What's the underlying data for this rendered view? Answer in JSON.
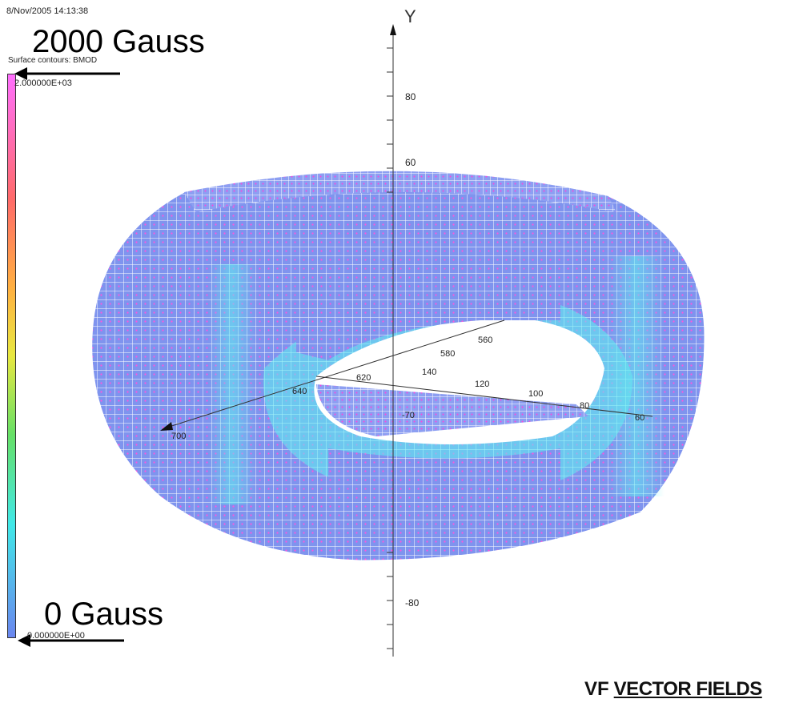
{
  "header": {
    "timestamp": "8/Nov/2005 14:13:38",
    "plot_title": "Surface contours: BMOD"
  },
  "annotations": {
    "max_label": "2000 Gauss",
    "min_label": "0 Gauss"
  },
  "legend": {
    "max_value": "2.000000E+03",
    "min_value": "0.000000E+00",
    "colors": [
      "#ff6fff",
      "#ff6a6a",
      "#ffb040",
      "#e8e840",
      "#66e066",
      "#40e8e8",
      "#6b86ef"
    ]
  },
  "axes": {
    "y_label": "Y",
    "y_ticks": [
      "80",
      "60",
      "-80"
    ],
    "inner_ticks": [
      "560",
      "580",
      "620",
      "640",
      "700",
      "140",
      "120",
      "100",
      "80",
      "60",
      "-70"
    ]
  },
  "colors": {
    "coil_face": "#7f94ee",
    "coil_inner": "#5ff0f0",
    "coil_dots": "#ff55dd",
    "grid": "#ffffff"
  },
  "branding": {
    "logo": "VF",
    "name": "VECTOR FIELDS"
  }
}
